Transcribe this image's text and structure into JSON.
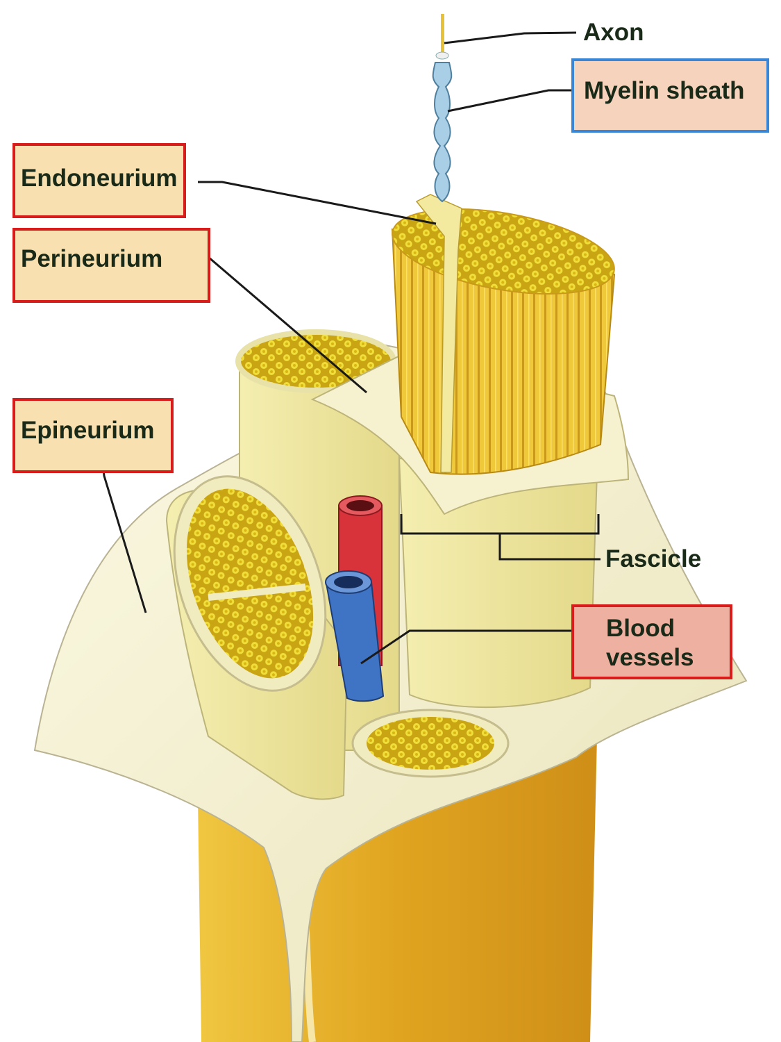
{
  "labels": {
    "axon": "Axon",
    "myelin_sheath": "Myelin sheath",
    "endoneurium": "Endoneurium",
    "perineurium": "Perineurium",
    "epineurium": "Epineurium",
    "fascicle": "Fascicle",
    "blood_vessels_line1": "Blood",
    "blood_vessels_line2": "vessels"
  },
  "colors": {
    "connective_tissue": "#f5f1cf",
    "fascicle_yellow": "#e9c52b",
    "nerve_trunk": "#e3ad25",
    "artery": "#d8323a",
    "vein": "#3f73c4",
    "myelin": "#a9cfe6",
    "label_box_fill": "#f8e0b0",
    "label_box_border": "#d81b1b",
    "myelin_box_border": "#3a86d6"
  }
}
